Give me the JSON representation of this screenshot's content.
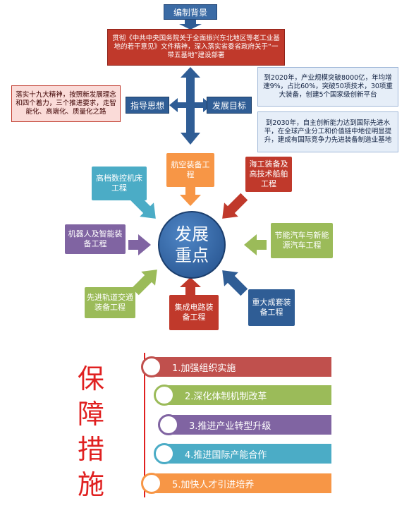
{
  "header": {
    "banner": "编制背景",
    "background_text": "贯彻《中共中央国务院关于全面振兴东北地区等老工业基地的若干意见》文件精神，深入落实省委省政府关于“一带五基地”建设部署"
  },
  "guidance": {
    "label": "指导思想",
    "text": "落实十九大精神，按照新发展理念和四个着力，三个推进要求，走智能化、高端化、质量化之路"
  },
  "targets": {
    "label": "发展目标",
    "goal_2020": "到2020年，产业规模突破8000亿，年均增速9%，占比60%，突破50项技术，30项重大装备，创建5个国家级创新平台",
    "goal_2030": "到2030年，自主创新能力达到国际先进水平，在全球产业分工和价值链中地位明显提升，建成有国际竞争力先进装备制造业基地"
  },
  "hub": {
    "line1": "发展",
    "line2": "重点"
  },
  "focus_nodes": {
    "aviation": "航空装备工程",
    "marine": "海工装备及高技术船舶工程",
    "cnc": "高档数控机床工程",
    "robot": "机器人及智能装备工程",
    "nev": "节能汽车与新能源汽车工程",
    "rail": "先进轨道交通装备工程",
    "ic": "集成电路装备工程",
    "complete": "重大成套装备工程"
  },
  "measures": {
    "title": [
      "保",
      "障",
      "措",
      "施"
    ],
    "items": [
      {
        "label": "1.加强组织实施",
        "color": "#c0504d"
      },
      {
        "label": "2.深化体制机制改革",
        "color": "#9bbb59"
      },
      {
        "label": "3.推进产业转型升级",
        "color": "#8064a2"
      },
      {
        "label": "4.推进国际产能合作",
        "color": "#4bacc6"
      },
      {
        "label": "5.加快人才引进培养",
        "color": "#f79646"
      }
    ]
  },
  "colors": {
    "dark_blue": "#2f5d95",
    "orange": "#f79646",
    "red": "#c0392b",
    "cyan": "#4bacc6",
    "purple": "#8064a2",
    "green": "#9bbb59"
  }
}
